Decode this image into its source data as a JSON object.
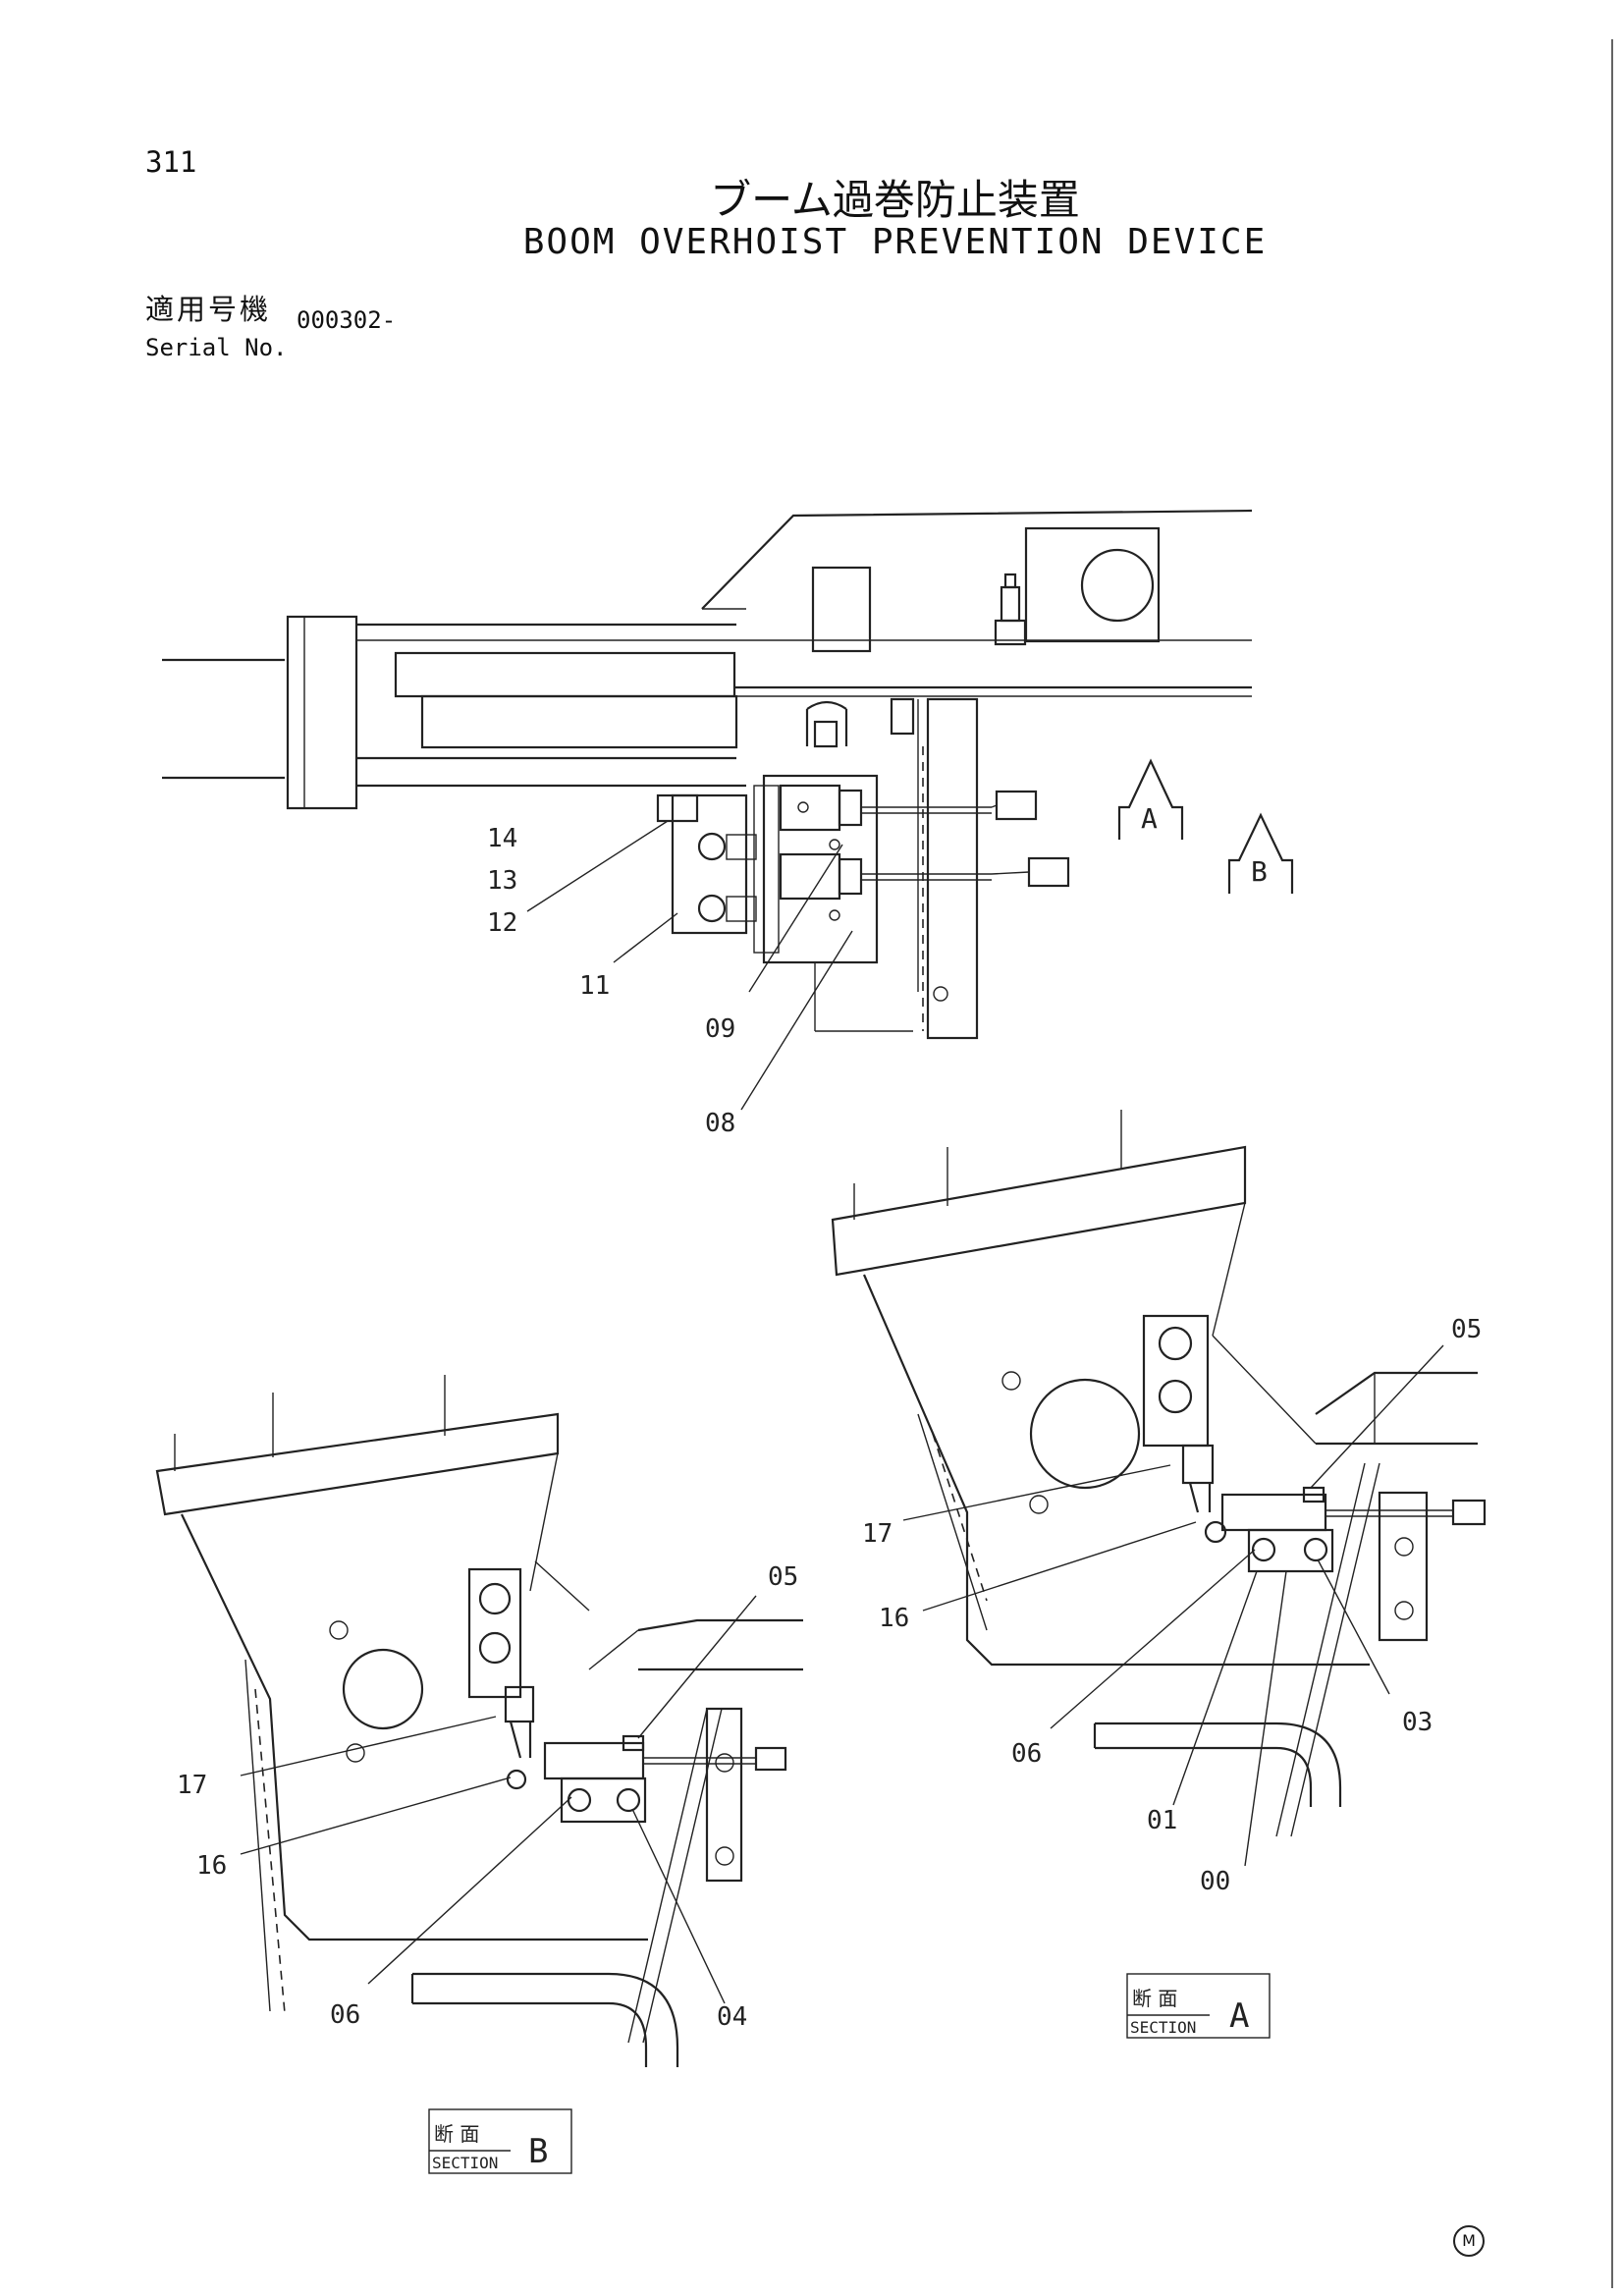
{
  "page_number": "311",
  "title_ja": "ブーム過巻防止装置",
  "title_en": "BOOM OVERHOIST PREVENTION DEVICE",
  "serial": {
    "label_ja": "適用号機",
    "label_en": "Serial No.",
    "value": "000302-"
  },
  "view_markers": {
    "a": "A",
    "b": "B"
  },
  "section_labels": {
    "a": {
      "ja": "断 面",
      "en": "SECTION",
      "letter": "A"
    },
    "b": {
      "ja": "断 面",
      "en": "SECTION",
      "letter": "B"
    }
  },
  "callouts_top": [
    "14",
    "13",
    "12",
    "11",
    "09",
    "08"
  ],
  "callouts_section_b": [
    "05",
    "17",
    "16",
    "06",
    "04"
  ],
  "callouts_section_a": [
    "05",
    "17",
    "16",
    "06",
    "03",
    "01",
    "00"
  ],
  "corner_mark": "M"
}
